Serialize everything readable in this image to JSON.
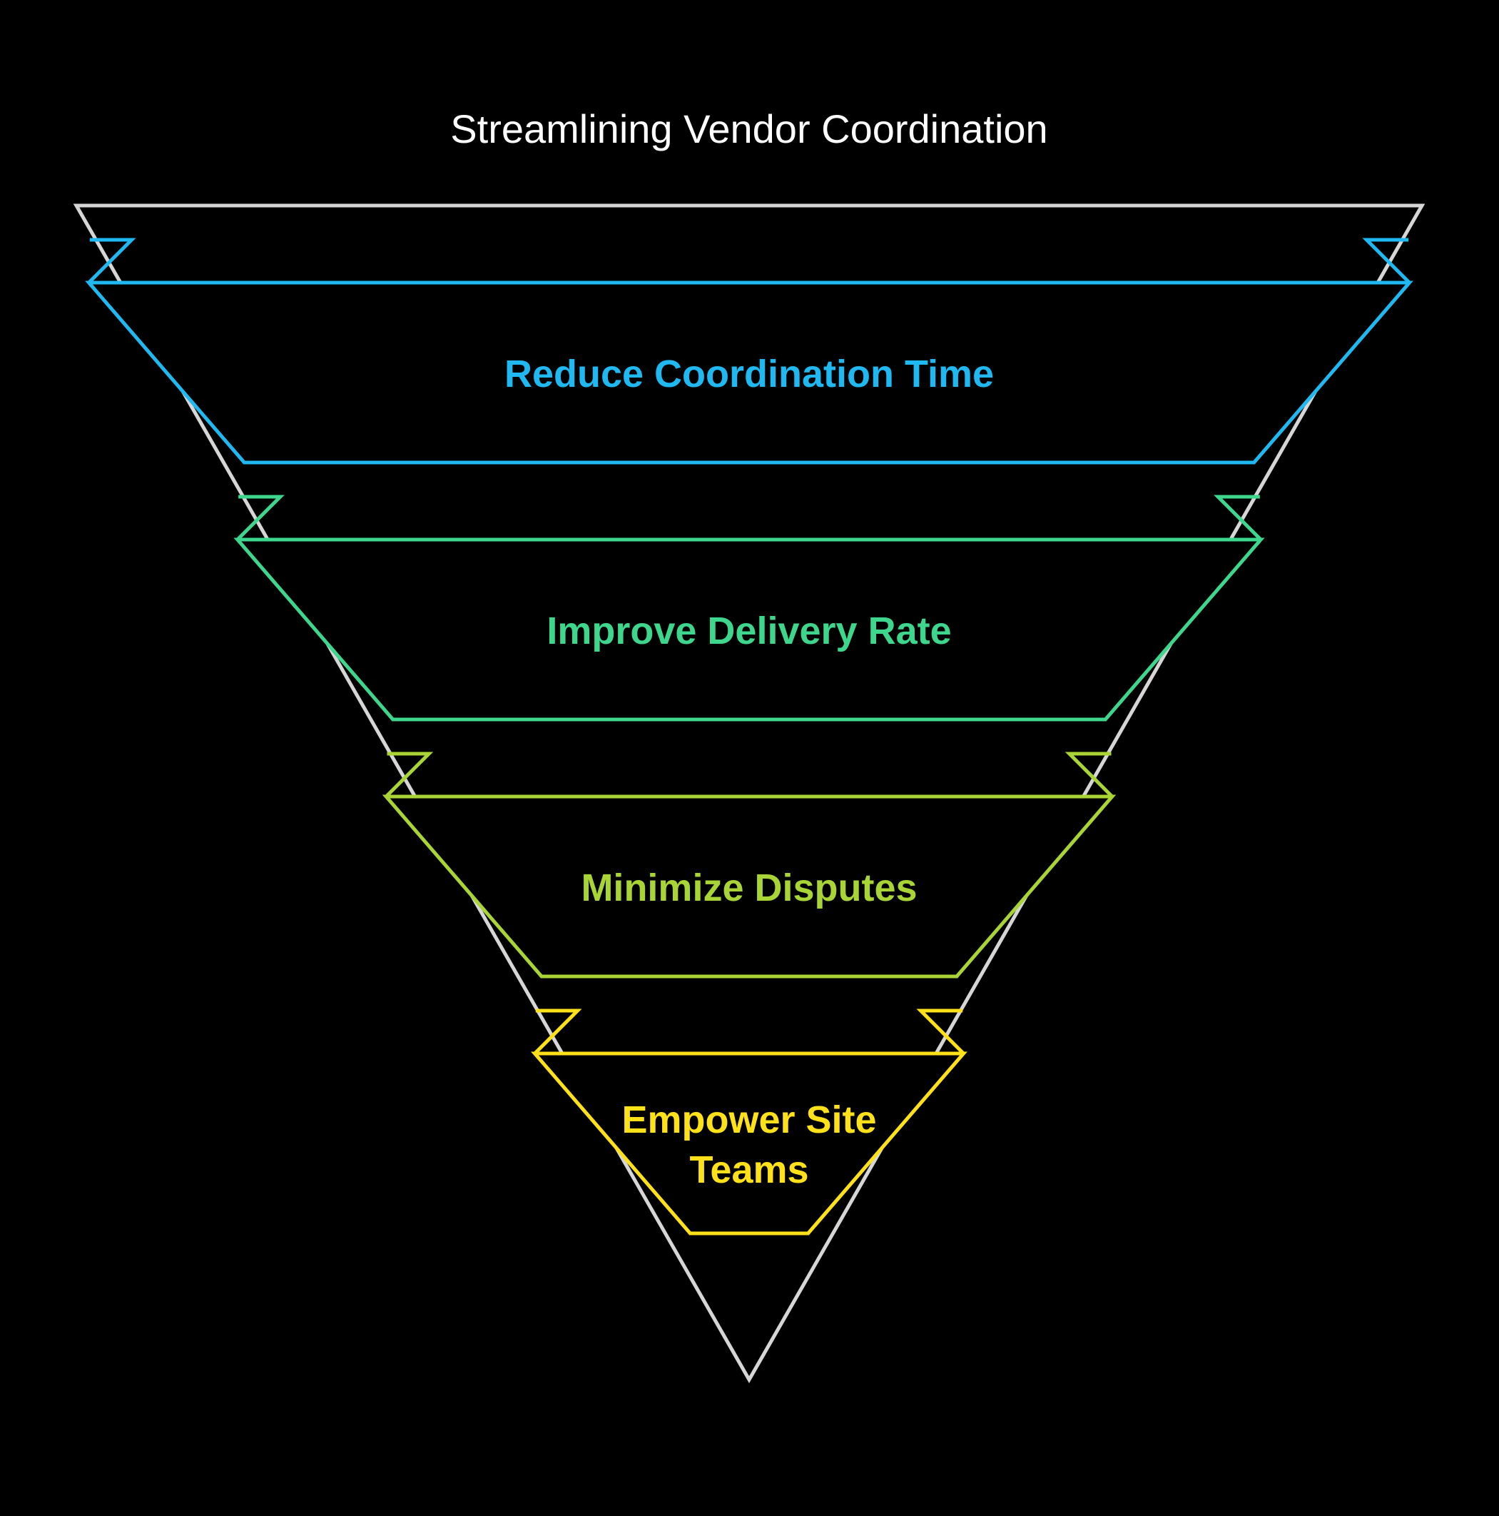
{
  "diagram": {
    "title": "Streamlining Vendor Coordination",
    "funnel_outline_color": "#d6d6d6",
    "stages": [
      {
        "lines": [
          "Reduce Coordination Time"
        ],
        "color": "#1fb8f0"
      },
      {
        "lines": [
          "Improve Delivery Rate"
        ],
        "color": "#3dd68c"
      },
      {
        "lines": [
          "Minimize Disputes"
        ],
        "color": "#a8d435"
      },
      {
        "lines": [
          "Empower Site",
          "Teams"
        ],
        "color": "#ffe11a"
      }
    ]
  }
}
